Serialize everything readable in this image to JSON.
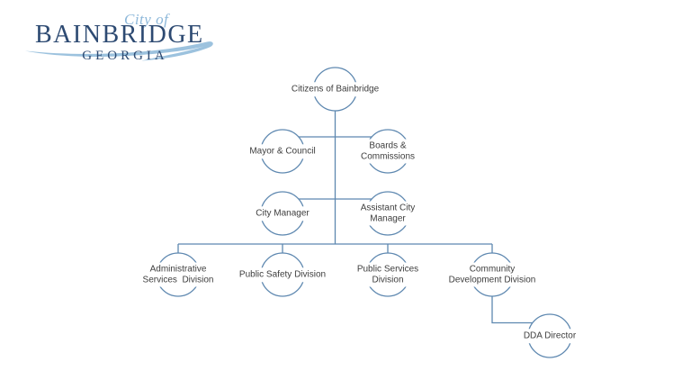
{
  "logo": {
    "tagline": "City of",
    "name": "BAINBRIDGE",
    "state": "GEORGIA"
  },
  "colors": {
    "chart_line": "#5e88b0",
    "node_text": "#3d3d3d",
    "logo_navy": "#2d4a72",
    "logo_light_blue": "#9cc2de",
    "background": "#ffffff"
  },
  "chart": {
    "type": "org-chart",
    "spine_origin": "citizens",
    "nodes": [
      {
        "id": "citizens",
        "row": 1,
        "attached_to": "spine-top",
        "label": "Citizens of Bainbridge",
        "lines": [
          "Citizens of Bainbridge"
        ]
      },
      {
        "id": "mayor-council",
        "row": 2,
        "attached_to": "spine",
        "label": "Mayor & Council",
        "lines": [
          "Mayor & Council"
        ]
      },
      {
        "id": "boards-commissions",
        "row": 2,
        "attached_to": "spine",
        "label": "Boards & Commissions",
        "lines": [
          "Boards &",
          "Commissions"
        ]
      },
      {
        "id": "city-manager",
        "row": 3,
        "attached_to": "spine",
        "label": "City Manager",
        "lines": [
          "City Manager"
        ]
      },
      {
        "id": "assistant-city-manager",
        "row": 3,
        "attached_to": "spine",
        "label": "Assistant City Manager",
        "lines": [
          "Assistant City",
          "Manager"
        ]
      },
      {
        "id": "administrative-services-division",
        "row": 4,
        "attached_to": "spine",
        "label": "Administrative Services  Division",
        "lines": [
          "Administrative",
          "Services  Division"
        ]
      },
      {
        "id": "public-safety-division",
        "row": 4,
        "attached_to": "spine",
        "label": "Public Safety Division",
        "lines": [
          "Public Safety Division"
        ]
      },
      {
        "id": "public-services-division",
        "row": 4,
        "attached_to": "spine",
        "label": "Public Services Division",
        "lines": [
          "Public Services",
          "Division"
        ]
      },
      {
        "id": "community-development-division",
        "row": 4,
        "attached_to": "spine",
        "label": "Community Development Division",
        "lines": [
          "Community",
          "Development Division"
        ]
      },
      {
        "id": "dda-director",
        "row": 5,
        "attached_to": "community-development-division",
        "label": "DDA Director",
        "lines": [
          "DDA Director"
        ]
      }
    ]
  }
}
